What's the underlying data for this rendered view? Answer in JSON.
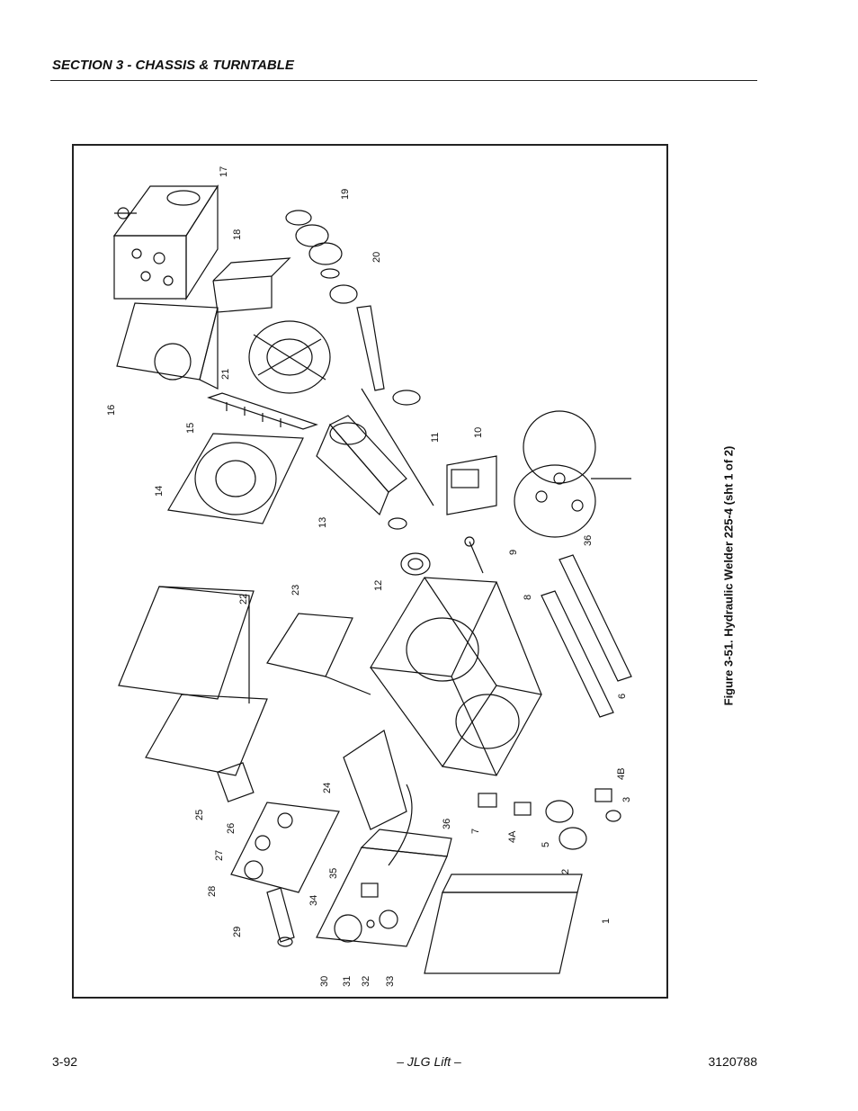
{
  "header": {
    "section": "SECTION 3 - CHASSIS & TURNTABLE"
  },
  "figure": {
    "caption": "Figure 3-51.  Hydraulic Welder 225-4 (sht 1 of 2)",
    "callouts": [
      "1",
      "2",
      "3",
      "4A",
      "4B",
      "5",
      "6",
      "7",
      "8",
      "9",
      "10",
      "11",
      "12",
      "13",
      "14",
      "15",
      "16",
      "17",
      "18",
      "19",
      "20",
      "21",
      "22",
      "23",
      "24",
      "25",
      "26",
      "27",
      "28",
      "29",
      "30",
      "31",
      "32",
      "33",
      "34",
      "35",
      "36"
    ]
  },
  "footer": {
    "page": "3-92",
    "brand": "– JLG Lift –",
    "doc_number": "3120788"
  }
}
